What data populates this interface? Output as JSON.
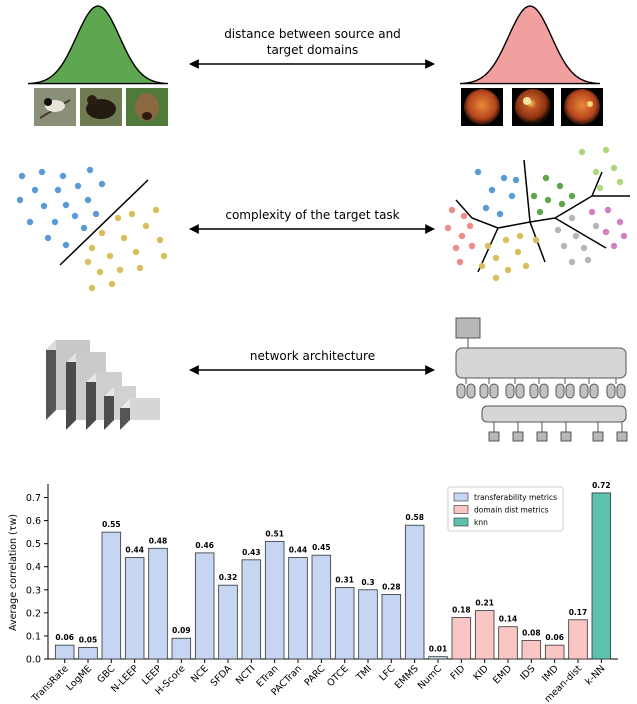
{
  "rows": {
    "distance": {
      "line1": "distance between source and",
      "line2": "target domains"
    },
    "complexity": {
      "label": "complexity of the target task"
    },
    "architecture": {
      "label": "network architecture"
    }
  },
  "colors": {
    "transferability": "#c6d6f2",
    "domain_dist": "#fac6c4",
    "knn": "#5cc2ac",
    "source_gaussian": "#5ea64f",
    "target_gaussian": "#f29f9f",
    "point_blue": "#5b9bd5",
    "point_yellow": "#d9bd5c",
    "point_pink": "#ee8c8c",
    "point_green": "#5fa64a",
    "point_lightgreen": "#add97e",
    "point_gray": "#b6b6b6",
    "point_magenta": "#d17fc0"
  },
  "chart_data": {
    "type": "bar",
    "ylabel": "Average correlation (τw)",
    "ylim": [
      0,
      0.75
    ],
    "yticks": [
      "0.0",
      "0.1",
      "0.2",
      "0.3",
      "0.4",
      "0.5",
      "0.6",
      "0.7"
    ],
    "legend_position": "top-right",
    "categories": [
      "TransRate",
      "LogME",
      "GBC",
      "N-LEEP",
      "LEEP",
      "H-Score",
      "NCE",
      "SFDA",
      "NCTI",
      "ETran",
      "PACTran",
      "PARC",
      "OTCE",
      "TMI",
      "LFC",
      "EMMS",
      "NumC",
      "FID",
      "KID",
      "EMD",
      "IDS",
      "IMD",
      "mean-dist",
      "k-NN"
    ],
    "value_labels": [
      "0.06",
      "0.05",
      "0.55",
      "0.44",
      "0.48",
      "0.09",
      "0.46",
      "0.32",
      "0.43",
      "0.51",
      "0.44",
      "0.45",
      "0.31",
      "0.3",
      "0.28",
      "0.58",
      "0.01",
      "0.18",
      "0.21",
      "0.14",
      "0.08",
      "0.06",
      "0.17",
      "0.72"
    ],
    "series": [
      {
        "name": "transferability metrics",
        "values": [
          0.06,
          0.05,
          0.55,
          0.44,
          0.48,
          0.09,
          0.46,
          0.32,
          0.43,
          0.51,
          0.44,
          0.45,
          0.31,
          0.3,
          0.28,
          0.58,
          0.01,
          null,
          null,
          null,
          null,
          null,
          null,
          null
        ]
      },
      {
        "name": "domain dist metrics",
        "values": [
          null,
          null,
          null,
          null,
          null,
          null,
          null,
          null,
          null,
          null,
          null,
          null,
          null,
          null,
          null,
          null,
          null,
          0.18,
          0.21,
          0.14,
          0.08,
          0.06,
          0.17,
          null
        ]
      },
      {
        "name": "knn",
        "values": [
          null,
          null,
          null,
          null,
          null,
          null,
          null,
          null,
          null,
          null,
          null,
          null,
          null,
          null,
          null,
          null,
          null,
          null,
          null,
          null,
          null,
          null,
          null,
          0.72
        ]
      }
    ]
  }
}
